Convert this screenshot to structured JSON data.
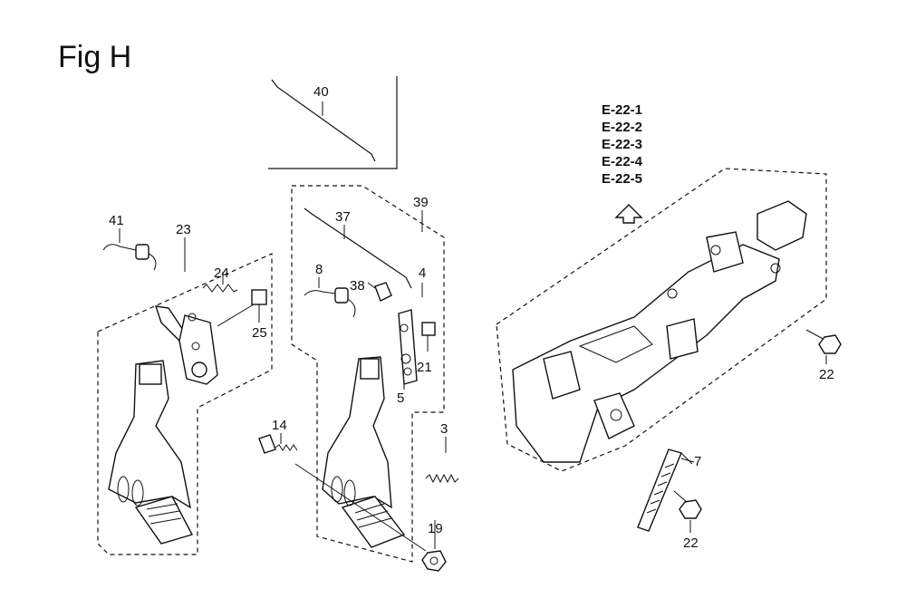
{
  "title": "Fig H",
  "references": [
    "E-22-1",
    "E-22-2",
    "E-22-3",
    "E-22-4",
    "E-22-5"
  ],
  "callouts": {
    "c40": "40",
    "c39": "39",
    "c37": "37",
    "c41": "41",
    "c23": "23",
    "c24": "24",
    "c25": "25",
    "c8": "8",
    "c38": "38",
    "c4": "4",
    "c21": "21",
    "c5": "5",
    "c14": "14",
    "c3": "3",
    "c19": "19",
    "c7": "7",
    "c22a": "22",
    "c22b": "22"
  }
}
